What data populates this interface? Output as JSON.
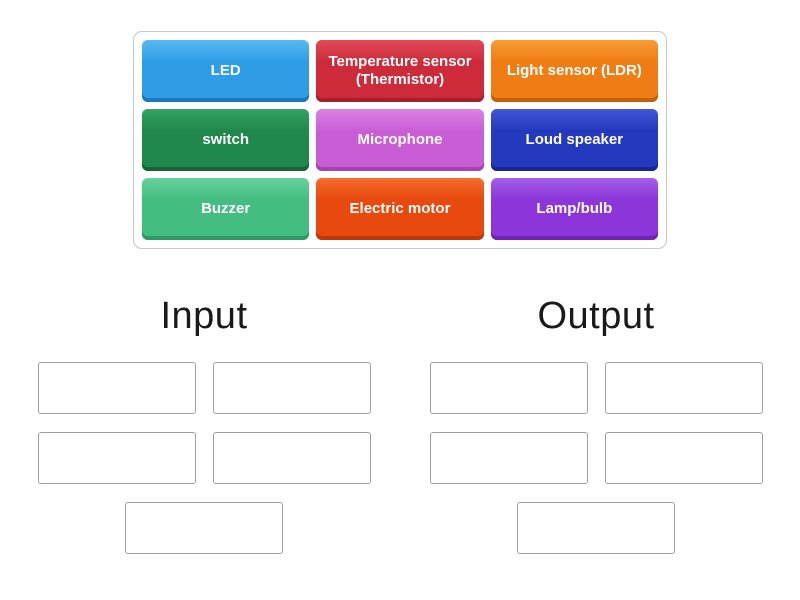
{
  "pool": {
    "tiles": [
      {
        "label": "LED",
        "color": "#2e9de6",
        "light": "#58b9f2",
        "dark": "#1879bc"
      },
      {
        "label": "Temperature sensor (Thermistor)",
        "color": "#cd2b3a",
        "light": "#e14a57",
        "dark": "#a61e2c"
      },
      {
        "label": "Light sensor (LDR)",
        "color": "#ef7d13",
        "light": "#f89c35",
        "dark": "#c35f07"
      },
      {
        "label": "switch",
        "color": "#21884b",
        "light": "#33a35f",
        "dark": "#146637"
      },
      {
        "label": "Microphone",
        "color": "#c95dd5",
        "light": "#dc82e4",
        "dark": "#a643b2"
      },
      {
        "label": "Loud speaker",
        "color": "#2539be",
        "light": "#4156d8",
        "dark": "#162793"
      },
      {
        "label": "Buzzer",
        "color": "#44bd82",
        "light": "#66d19c",
        "dark": "#2e9a65"
      },
      {
        "label": "Electric motor",
        "color": "#e8490f",
        "light": "#f66c2c",
        "dark": "#bd3806"
      },
      {
        "label": "Lamp/bulb",
        "color": "#8c36da",
        "light": "#a55ee8",
        "dark": "#7124b3"
      }
    ]
  },
  "groups": [
    {
      "label": "Input"
    },
    {
      "label": "Output"
    }
  ]
}
